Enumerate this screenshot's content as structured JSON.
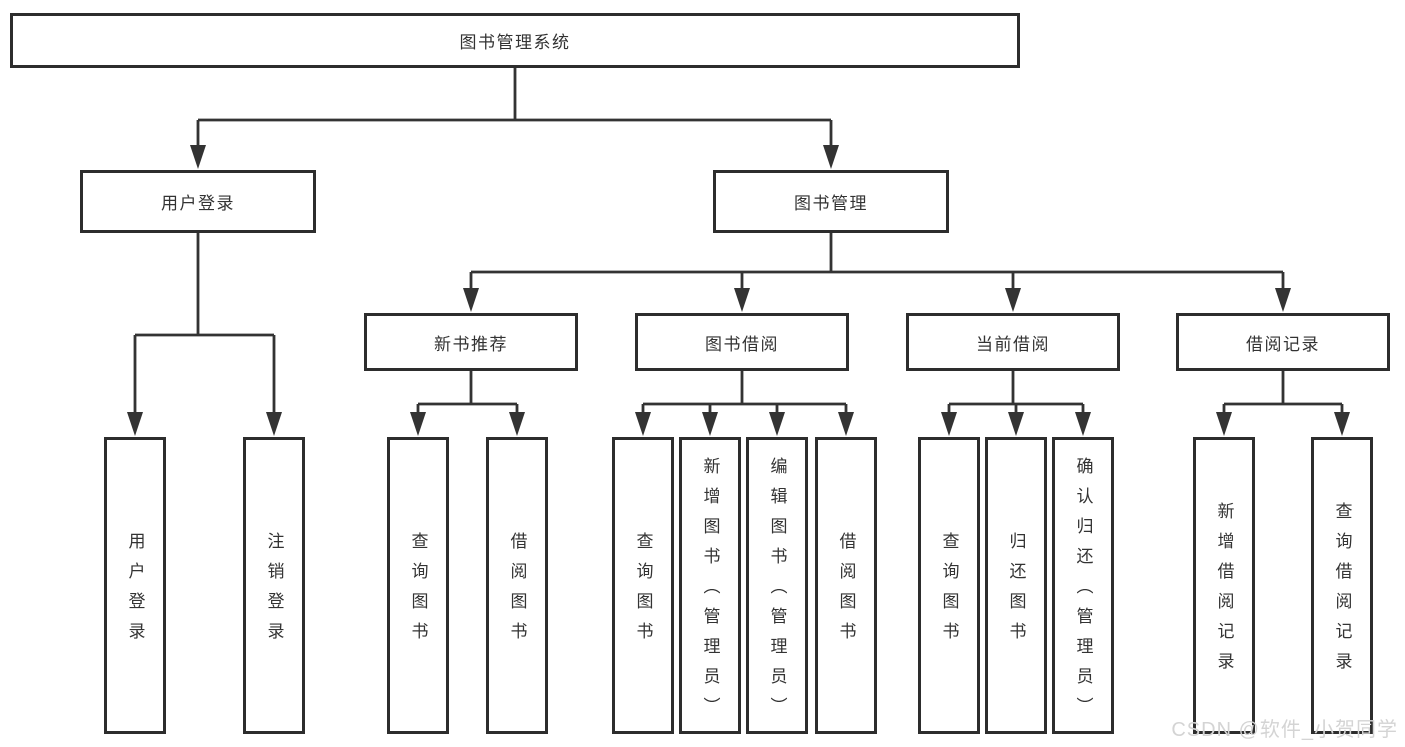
{
  "diagram": {
    "root": {
      "label": "图书管理系统"
    },
    "branches": [
      {
        "label": "用户登录",
        "children": [
          {
            "label": "用户登录"
          },
          {
            "label": "注销登录"
          }
        ]
      },
      {
        "label": "图书管理",
        "children": [
          {
            "label": "新书推荐",
            "children": [
              {
                "label": "查询图书"
              },
              {
                "label": "借阅图书"
              }
            ]
          },
          {
            "label": "图书借阅",
            "children": [
              {
                "label": "查询图书"
              },
              {
                "label": "新增图书（管理员）"
              },
              {
                "label": "编辑图书（管理员）"
              },
              {
                "label": "借阅图书"
              }
            ]
          },
          {
            "label": "当前借阅",
            "children": [
              {
                "label": "查询图书"
              },
              {
                "label": "归还图书"
              },
              {
                "label": "确认归还（管理员）"
              }
            ]
          },
          {
            "label": "借阅记录",
            "children": [
              {
                "label": "新增借阅记录"
              },
              {
                "label": "查询借阅记录"
              }
            ]
          }
        ]
      }
    ]
  },
  "watermark": {
    "text": "CSDN @软件_小贺同学"
  },
  "colors": {
    "line": "#333333",
    "box_border": "#2d2d2d",
    "box_bg": "#ffffff",
    "text": "#333333",
    "page_bg": "#ffffff",
    "watermark_text": "#d4d4d4"
  }
}
